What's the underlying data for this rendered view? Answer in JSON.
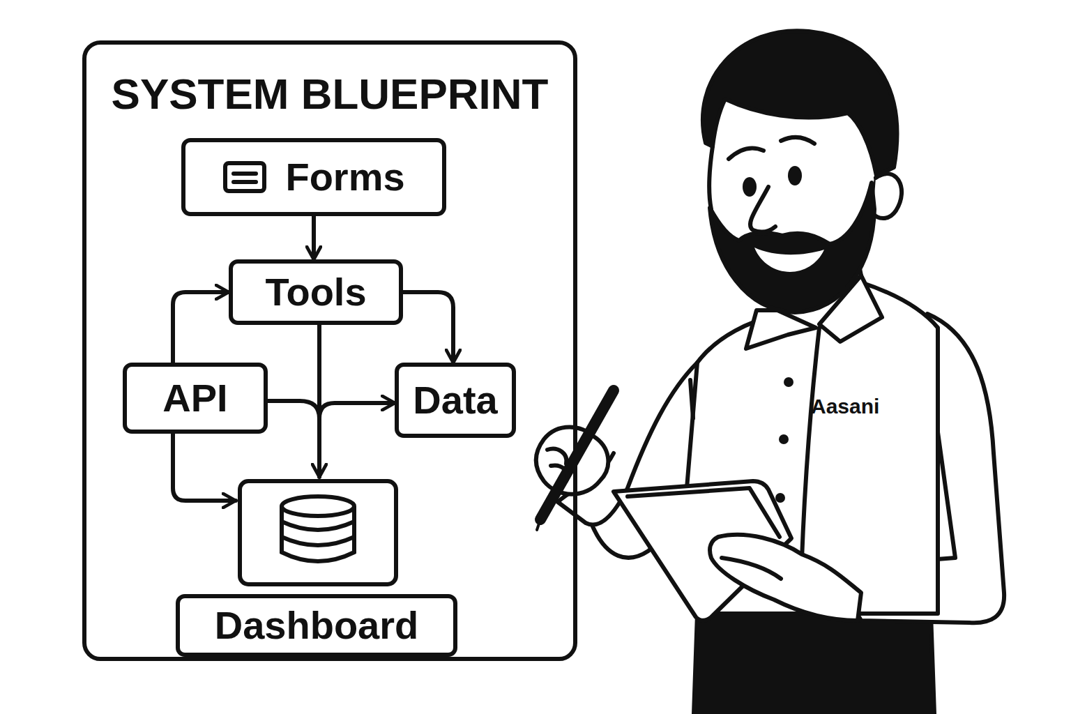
{
  "diagram": {
    "nodes": [
      {
        "text": [
          "SYSTEM BLUEPRINT"
        ]
      },
      {
        "text": [
          "Forms"
        ],
        "in": 0
      },
      {
        "text": [
          "Tools"
        ],
        "in": 0
      },
      {
        "text": [
          "API"
        ],
        "in": 0
      },
      {
        "text": [
          "Data"
        ],
        "in": 0
      },
      {
        "text": [
          "Dashboard"
        ],
        "in": 0
      }
    ],
    "edges": [
      {
        "from": 1,
        "to": 2,
        "arrow": "to"
      },
      {
        "from": 3,
        "to": 2,
        "arrow": "to"
      },
      {
        "from": 2,
        "to": 4,
        "arrow": "to"
      },
      {
        "from": 2,
        "to": 4,
        "arrow": "to"
      }
    ],
    "labels": [
      "Aasani"
    ]
  }
}
